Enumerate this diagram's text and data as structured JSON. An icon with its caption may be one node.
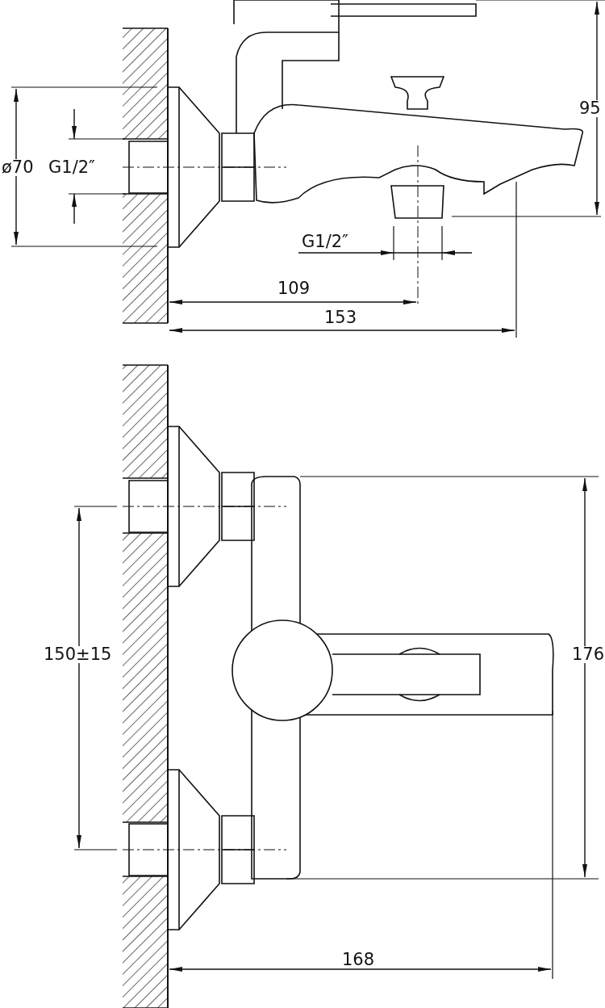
{
  "diagram": {
    "labels": [
      "95",
      "ø70",
      "G1/2″",
      "G1/2″",
      "109",
      "153",
      "150±15",
      "176",
      "168"
    ]
  }
}
